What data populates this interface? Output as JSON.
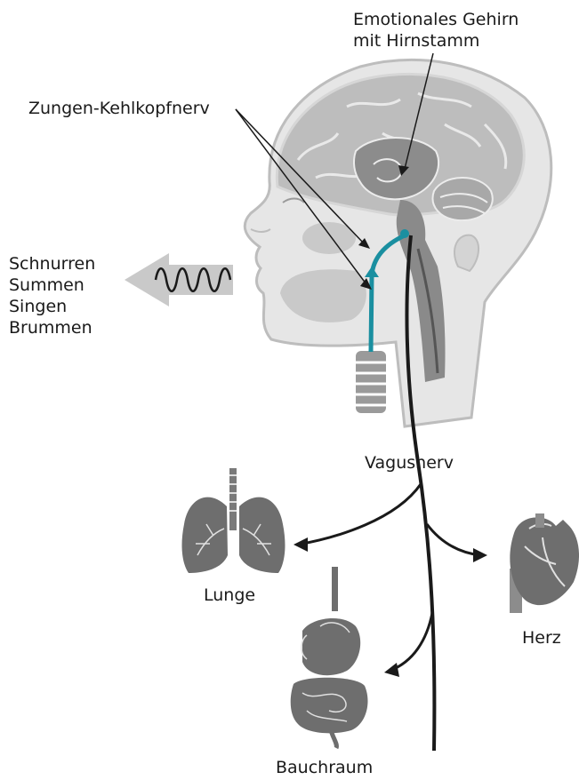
{
  "labels": {
    "brain_line1": "Emotionales Gehirn",
    "brain_line2": "mit Hirnstamm",
    "nerve": "Zungen-Kehlkopfnerv",
    "sound_1": "Schnurren",
    "sound_2": "Summen",
    "sound_3": "Singen",
    "sound_4": "Brummen",
    "vagus": "Vagusnerv",
    "lung": "Lunge",
    "heart": "Herz",
    "abdomen": "Bauchraum"
  },
  "colors": {
    "line": "#1a1a1a",
    "nerve_accent": "#1a8fa0",
    "organ_dark": "#6e6e6e",
    "organ_mid": "#8c8c8c",
    "organ_light": "#bdbdbd",
    "arrow_fill": "#c9c9c9"
  },
  "icons": [
    "head-profile",
    "brain",
    "brainstem",
    "larynx",
    "lungs",
    "heart",
    "digestive-tract",
    "sound-wave"
  ]
}
